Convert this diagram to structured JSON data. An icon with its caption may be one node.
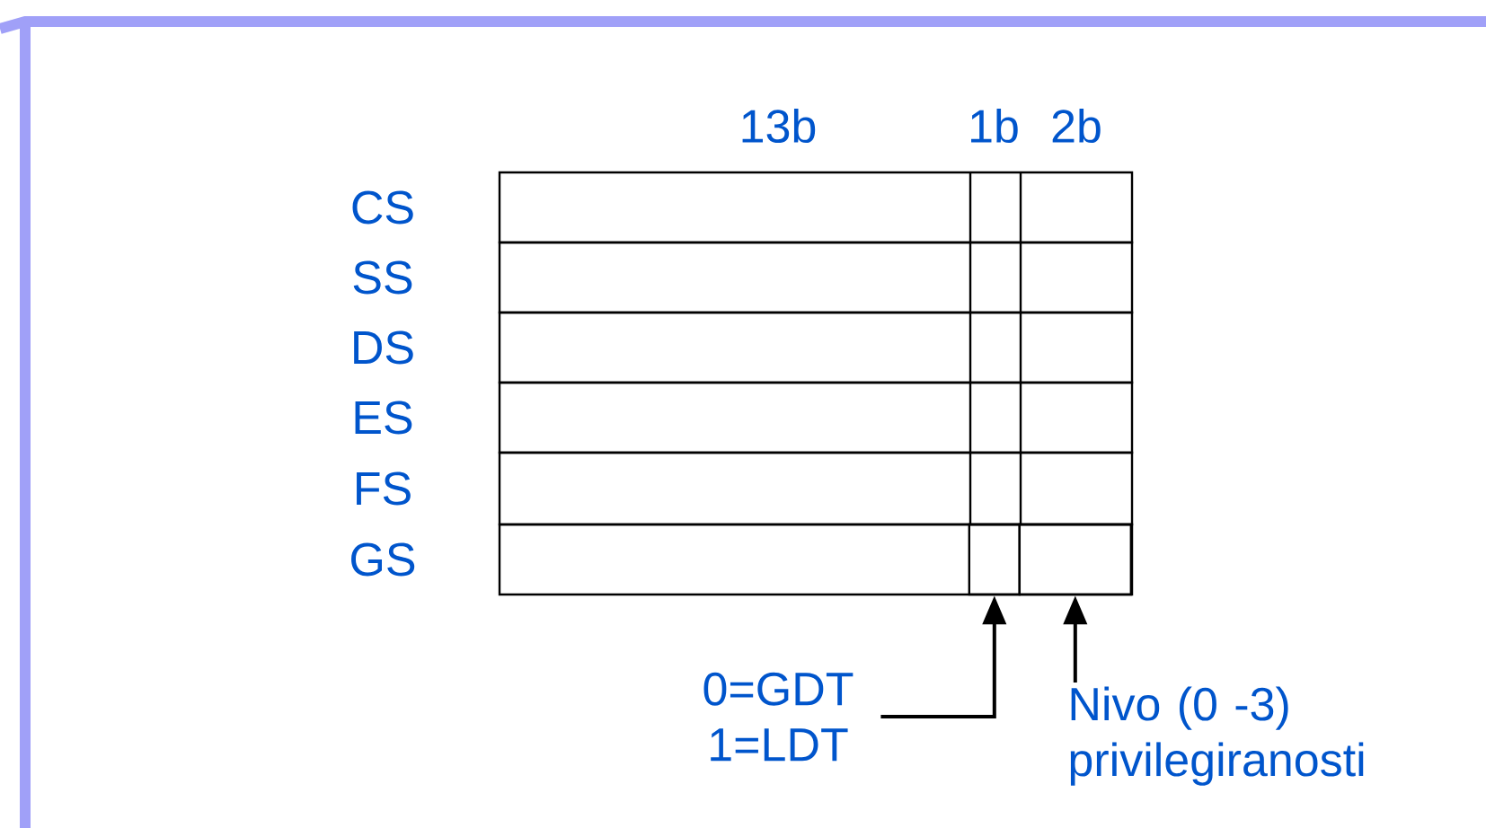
{
  "diagram": {
    "nodes": [
      {
        "text": [],
        "shape": "box",
        "beside": [
          "CS"
        ]
      },
      {
        "text": [],
        "shape": "box",
        "beside": [
          "SS"
        ]
      },
      {
        "text": [],
        "shape": "box",
        "beside": [
          "DS"
        ]
      },
      {
        "text": [],
        "shape": "box",
        "beside": [
          "ES"
        ]
      },
      {
        "text": [],
        "shape": "box",
        "beside": [
          "FS"
        ]
      },
      {
        "text": [],
        "shape": "box",
        "beside": [
          "GS"
        ]
      },
      {
        "text": [],
        "shape": "box",
        "in": 5
      },
      {
        "text": [],
        "shape": "box",
        "in": 5
      },
      {
        "text": [
          "0=GDT 1=LDT"
        ]
      },
      {
        "text": [
          "Nivo (0 -3) privilegiranosti"
        ]
      }
    ],
    "edges": [
      {
        "from": 8,
        "to": 6,
        "arrow": "to"
      },
      {
        "from": 9,
        "to": 7,
        "arrow": "to"
      }
    ],
    "labels": [
      "13b",
      "1b",
      "2b"
    ]
  }
}
